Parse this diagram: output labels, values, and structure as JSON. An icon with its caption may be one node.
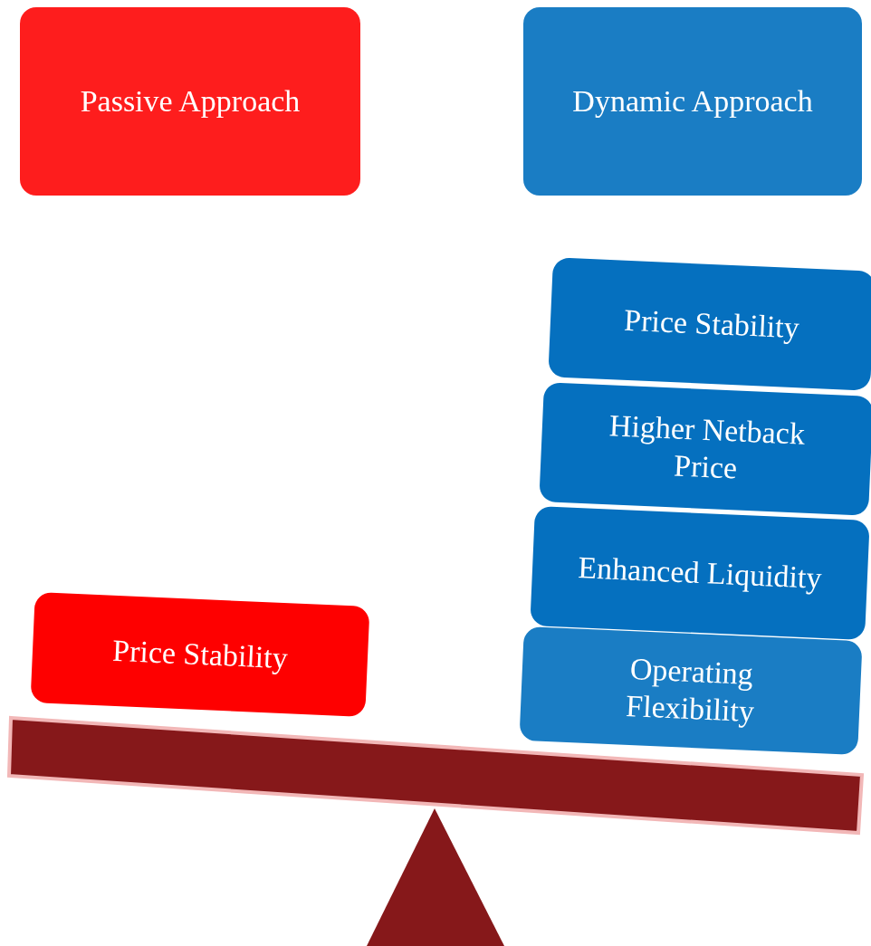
{
  "diagram": {
    "nodes": [
      {
        "text": [
          "Passive Approach"
        ]
      },
      {
        "text": [
          "Dynamic Approach"
        ]
      },
      {
        "text": [
          "Price Stability"
        ]
      },
      {
        "text": [
          "Higher Netback Price"
        ]
      },
      {
        "text": [
          "Enhanced Liquidity"
        ]
      },
      {
        "text": [
          "Operating Flexibility"
        ]
      },
      {
        "text": [
          "Price Stability"
        ]
      }
    ]
  }
}
